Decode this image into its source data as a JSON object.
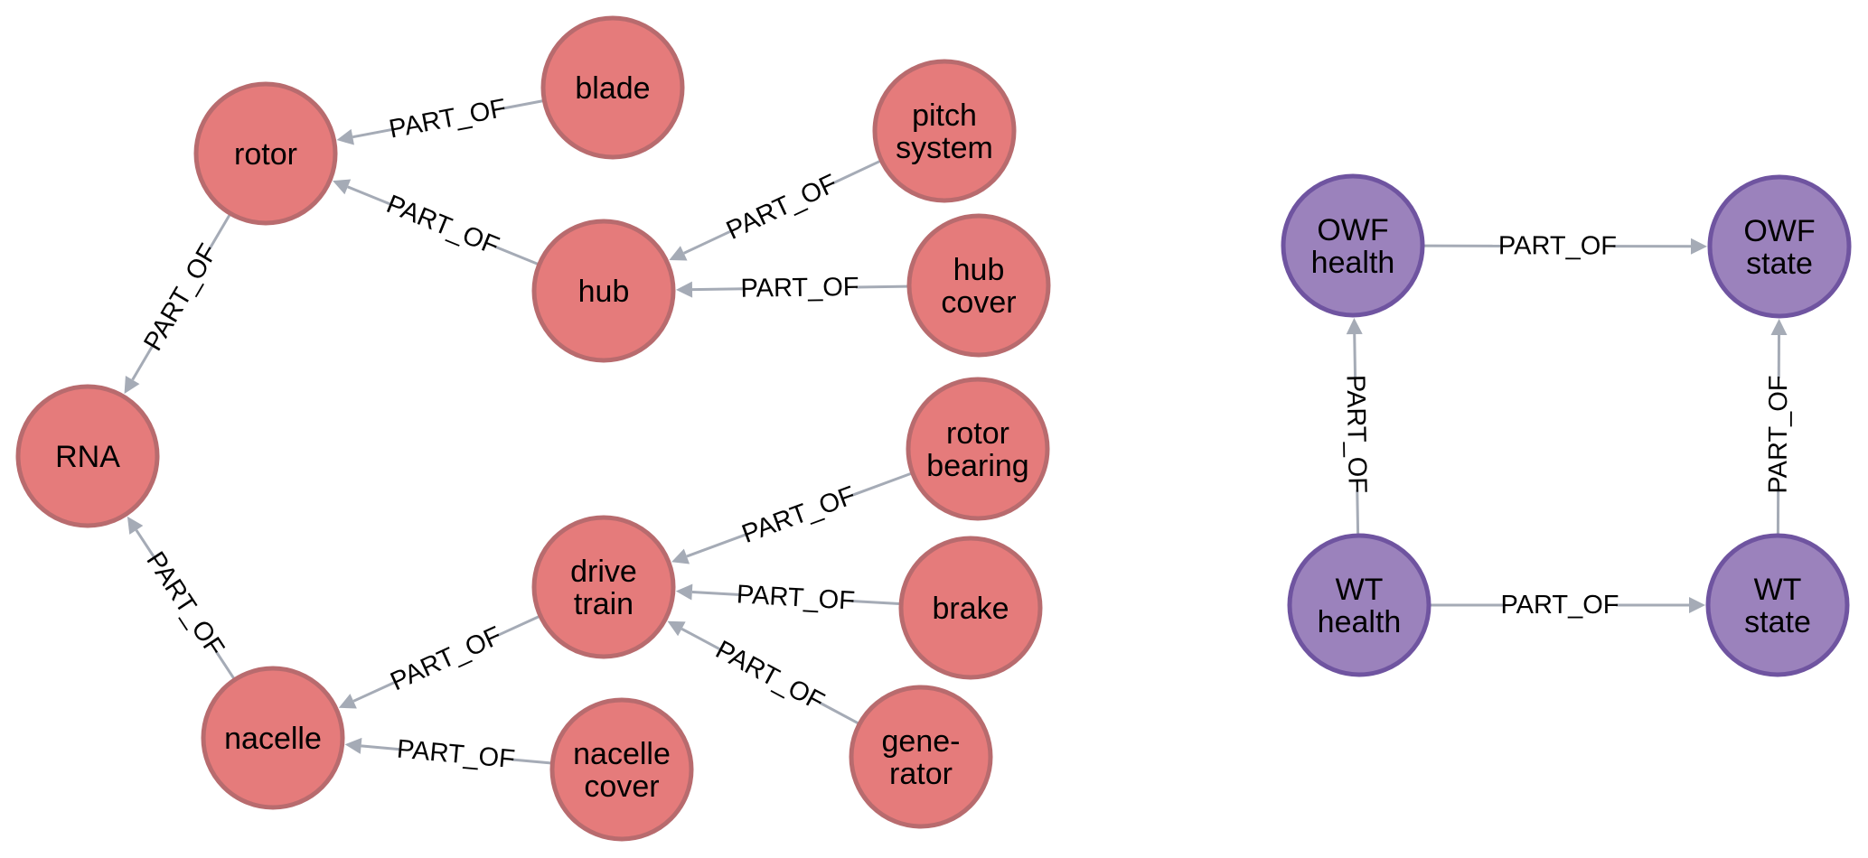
{
  "diagram": {
    "type": "graph",
    "colors": {
      "component_fill": "#e57b7b",
      "component_stroke": "#b86b6e",
      "state_fill": "#9b82bc",
      "state_stroke": "#6f54a0",
      "edge": "#a5abb6",
      "label_text": "#000000",
      "background": "#ffffff"
    },
    "nodes": [
      {
        "id": "rna",
        "lines": [
          "RNA"
        ],
        "group": "component"
      },
      {
        "id": "rotor",
        "lines": [
          "rotor"
        ],
        "group": "component"
      },
      {
        "id": "blade",
        "lines": [
          "blade"
        ],
        "group": "component"
      },
      {
        "id": "hub",
        "lines": [
          "hub"
        ],
        "group": "component"
      },
      {
        "id": "pitch_system",
        "lines": [
          "pitch",
          "system"
        ],
        "group": "component"
      },
      {
        "id": "hub_cover",
        "lines": [
          "hub",
          "cover"
        ],
        "group": "component"
      },
      {
        "id": "rotor_bearing",
        "lines": [
          "rotor",
          "bearing"
        ],
        "group": "component"
      },
      {
        "id": "drive_train",
        "lines": [
          "drive",
          "train"
        ],
        "group": "component"
      },
      {
        "id": "brake",
        "lines": [
          "brake"
        ],
        "group": "component"
      },
      {
        "id": "generator",
        "lines": [
          "gene-",
          "rator"
        ],
        "group": "component"
      },
      {
        "id": "nacelle",
        "lines": [
          "nacelle"
        ],
        "group": "component"
      },
      {
        "id": "nacelle_cover",
        "lines": [
          "nacelle",
          "cover"
        ],
        "group": "component"
      },
      {
        "id": "owf_health",
        "lines": [
          "OWF",
          "health"
        ],
        "group": "state"
      },
      {
        "id": "owf_state",
        "lines": [
          "OWF",
          "state"
        ],
        "group": "state"
      },
      {
        "id": "wt_health",
        "lines": [
          "WT",
          "health"
        ],
        "group": "state"
      },
      {
        "id": "wt_state",
        "lines": [
          "WT",
          "state"
        ],
        "group": "state"
      }
    ],
    "edges": [
      {
        "from": "blade",
        "to": "rotor",
        "label": "PART_OF"
      },
      {
        "from": "hub",
        "to": "rotor",
        "label": "PART_OF"
      },
      {
        "from": "rotor",
        "to": "rna",
        "label": "PART_OF"
      },
      {
        "from": "pitch_system",
        "to": "hub",
        "label": "PART_OF"
      },
      {
        "from": "hub_cover",
        "to": "hub",
        "label": "PART_OF"
      },
      {
        "from": "rotor_bearing",
        "to": "drive_train",
        "label": "PART_OF"
      },
      {
        "from": "brake",
        "to": "drive_train",
        "label": "PART_OF"
      },
      {
        "from": "generator",
        "to": "drive_train",
        "label": "PART_OF"
      },
      {
        "from": "drive_train",
        "to": "nacelle",
        "label": "PART_OF"
      },
      {
        "from": "nacelle_cover",
        "to": "nacelle",
        "label": "PART_OF"
      },
      {
        "from": "nacelle",
        "to": "rna",
        "label": "PART_OF"
      },
      {
        "from": "owf_health",
        "to": "owf_state",
        "label": "PART_OF"
      },
      {
        "from": "wt_health",
        "to": "owf_health",
        "label": "PART_OF"
      },
      {
        "from": "wt_state",
        "to": "owf_state",
        "label": "PART_OF"
      },
      {
        "from": "wt_health",
        "to": "wt_state",
        "label": "PART_OF"
      }
    ]
  }
}
